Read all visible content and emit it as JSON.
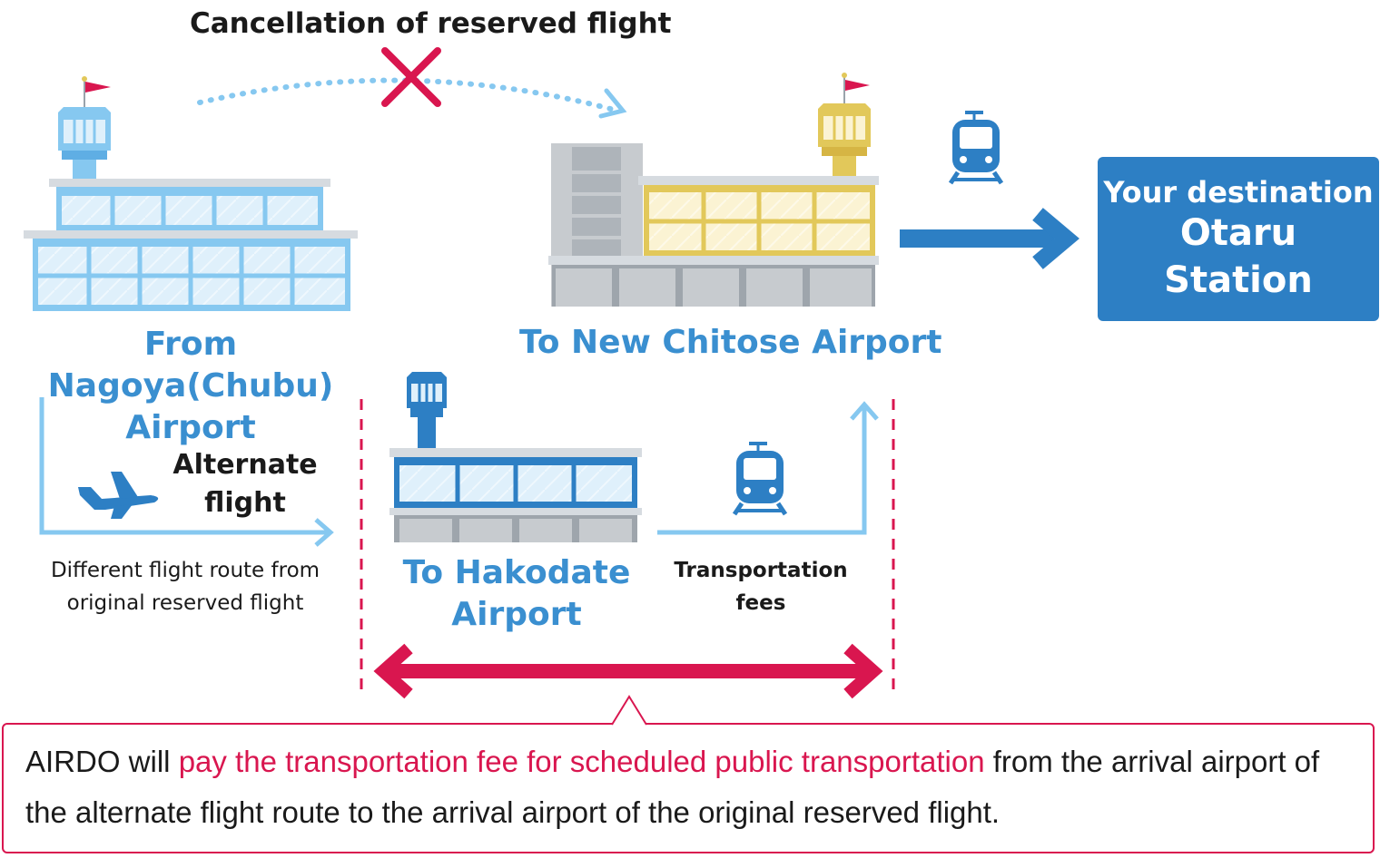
{
  "header": {
    "cancellation_label": "Cancellation of reserved flight"
  },
  "origin": {
    "line1": "From Nagoya(Chubu)",
    "line2": "Airport"
  },
  "new_chitose": {
    "label": "To New Chitose Airport"
  },
  "destination": {
    "line1": "Your destination",
    "line2": "Otaru",
    "line3": "Station"
  },
  "alternate": {
    "line1": "Alternate",
    "line2": "flight",
    "note_line1": "Different flight route from",
    "note_line2": "original reserved flight"
  },
  "hakodate": {
    "line1": "To Hakodate",
    "line2": "Airport"
  },
  "transport": {
    "line1": "Transportation",
    "line2": "fees"
  },
  "callout": {
    "before": "AIRDO will ",
    "highlight": "pay the transportation fee for scheduled public transportation",
    "after": " from the arrival airport of the alternate flight route to the arrival airport of the original reserved flight."
  },
  "colors": {
    "light_blue": "#86c8f0",
    "mid_blue": "#3a8fd0",
    "dark_blue": "#2d7fc4",
    "pink": "#d9164f",
    "yellow": "#e2c85a",
    "gray": "#b9bec3"
  },
  "icons": [
    "airport-tower-icon",
    "train-icon",
    "airplane-icon",
    "cancel-x-icon",
    "arrow-right-icon"
  ]
}
